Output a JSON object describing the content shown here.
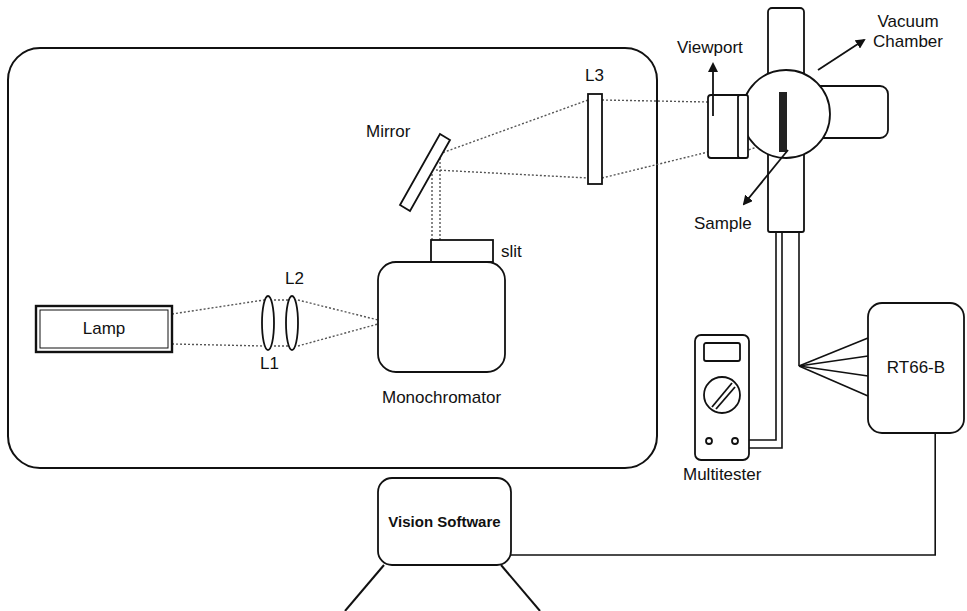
{
  "diagram": {
    "nodes": [
      {
        "text": [
          "Mirror"
        ]
      },
      {
        "text": [
          "L3"
        ]
      },
      {
        "text": [
          "slit"
        ]
      },
      {
        "text": [
          "L2"
        ]
      },
      {
        "text": [
          "Lamp"
        ]
      },
      {
        "text": [
          "L1"
        ]
      },
      {
        "text": [
          "Monochromator"
        ]
      },
      {
        "text": [
          "Multitester"
        ]
      },
      {
        "text": [
          "RT66-B"
        ]
      },
      {
        "text": [
          "Vision Software"
        ]
      }
    ],
    "edges": [
      {
        "from": 8,
        "to": 9,
        "arrow": "none"
      }
    ],
    "labels": [
      "Viewport",
      "Vacuum Chamber",
      "Sample"
    ]
  }
}
